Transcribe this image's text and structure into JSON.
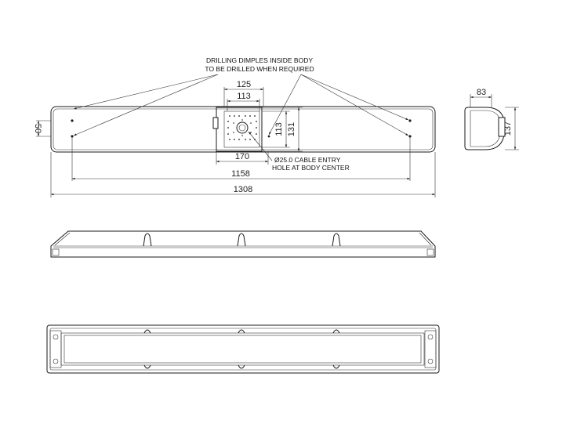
{
  "notes": {
    "dimples_line1": "DRILLING DIMPLES INSIDE BODY",
    "dimples_line2": "TO BE DRILLED WHEN REQUIRED",
    "cable_line1": "Ø25.0 CABLE ENTRY",
    "cable_line2": "HOLE AT BODY CENTER"
  },
  "dimensions": {
    "d125": "125",
    "d113_top": "113",
    "d50": "50",
    "d113_side": "113",
    "d131": "131",
    "d170": "170",
    "d1158": "1158",
    "d1308": "1308",
    "d83": "83",
    "d137": "137"
  },
  "colors": {
    "line": "#1a1a1a",
    "background": "#ffffff"
  }
}
